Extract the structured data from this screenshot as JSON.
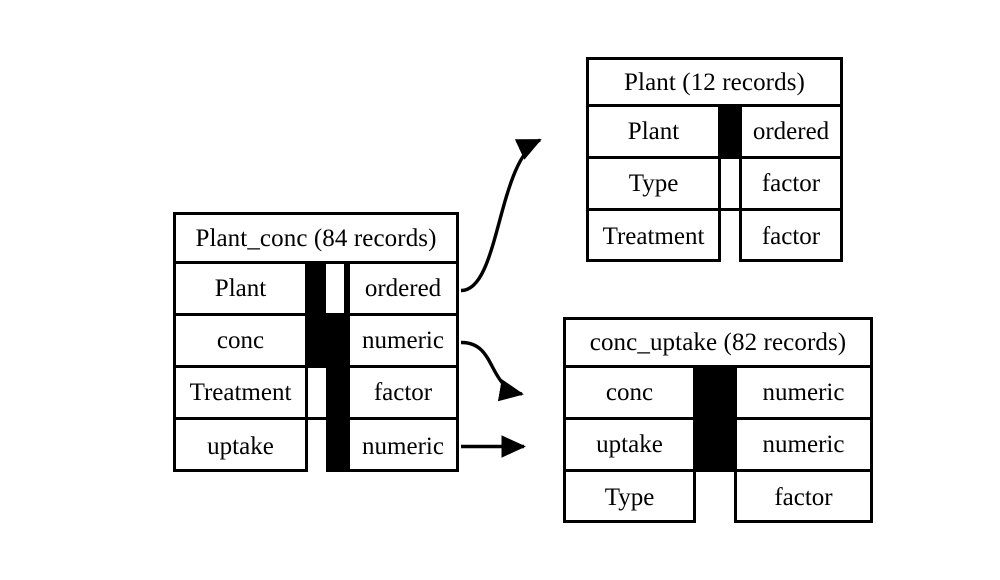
{
  "diagram": {
    "type": "entity-relationship-diagram",
    "background_color": "#ffffff",
    "line_color": "#000000",
    "key_fill_color": "#000000",
    "tables": [
      {
        "id": "plant_conc",
        "title": "Plant_conc (84 records)",
        "name": "Plant_conc",
        "record_count": "84 records",
        "key_columns": 2,
        "fields": [
          {
            "name": "Plant",
            "type": "ordered",
            "key_a": true,
            "key_b": false
          },
          {
            "name": "conc",
            "type": "numeric",
            "key_a": true,
            "key_b": true
          },
          {
            "name": "Treatment",
            "type": "factor",
            "key_a": false,
            "key_b": true
          },
          {
            "name": "uptake",
            "type": "numeric",
            "key_a": false,
            "key_b": true
          }
        ]
      },
      {
        "id": "plant",
        "title": "Plant (12 records)",
        "name": "Plant",
        "record_count": "12 records",
        "key_columns": 1,
        "fields": [
          {
            "name": "Plant",
            "type": "ordered",
            "key_a": true
          },
          {
            "name": "Type",
            "type": "factor",
            "key_a": false
          },
          {
            "name": "Treatment",
            "type": "factor",
            "key_a": false
          }
        ]
      },
      {
        "id": "conc_uptake",
        "title": "conc_uptake (82 records)",
        "name": "conc_uptake",
        "record_count": "82 records",
        "key_columns": 1,
        "fields": [
          {
            "name": "conc",
            "type": "numeric",
            "key_a": true
          },
          {
            "name": "uptake",
            "type": "numeric",
            "key_a": true
          },
          {
            "name": "Type",
            "type": "factor",
            "key_a": false
          }
        ]
      }
    ],
    "connections": [
      {
        "id": "plant-to-plant",
        "from_table": "plant_conc",
        "from_field": "Plant",
        "to_table": "plant",
        "to_field": "Plant",
        "style": "s-curve-up"
      },
      {
        "id": "conc-to-conc",
        "from_table": "plant_conc",
        "from_field": "conc",
        "to_table": "conc_uptake",
        "to_field": "conc",
        "style": "s-curve-down"
      },
      {
        "id": "uptake-to-uptake",
        "from_table": "plant_conc",
        "from_field": "uptake",
        "to_table": "conc_uptake",
        "to_field": "uptake",
        "style": "straight"
      }
    ]
  }
}
